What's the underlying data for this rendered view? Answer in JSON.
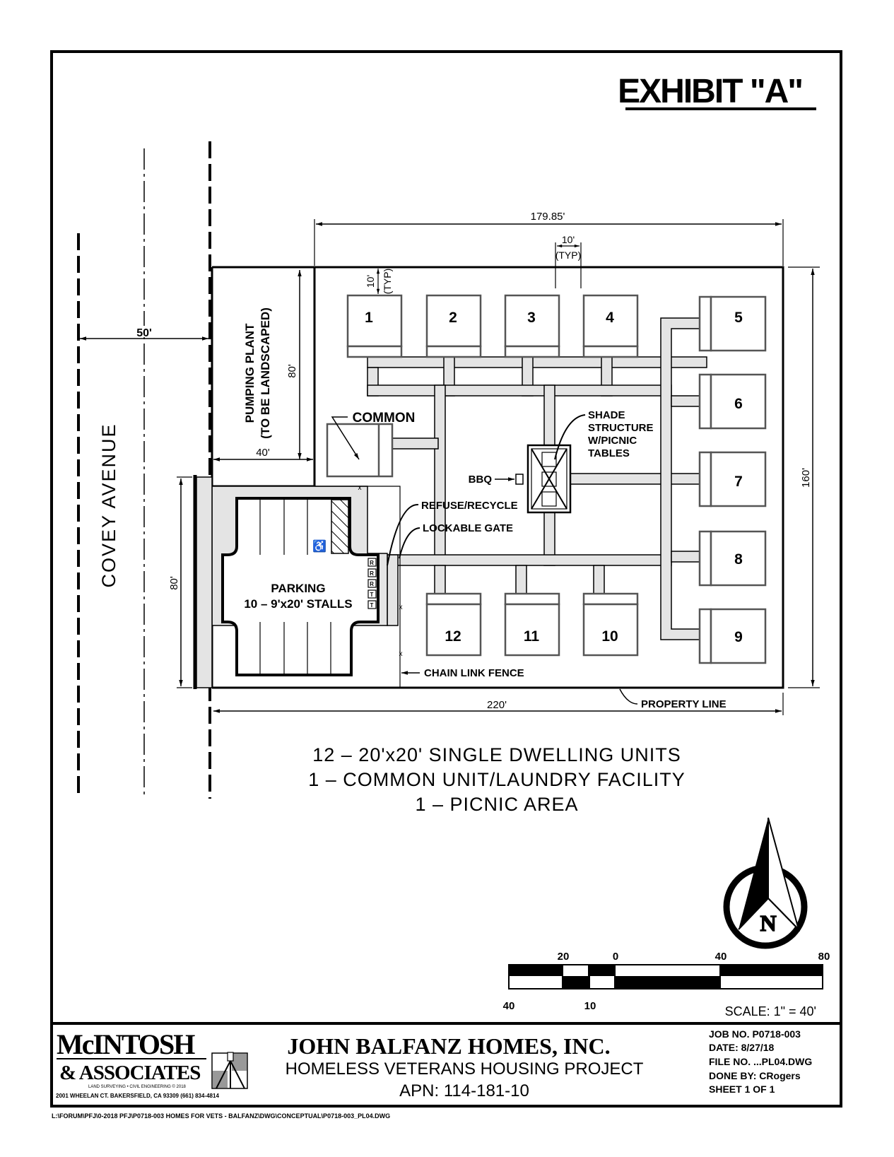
{
  "exhibit_title": "EXHIBIT \"A\"",
  "street": {
    "name": "COVEY AVENUE",
    "width_dim": "50'"
  },
  "dimensions": {
    "top_width": "179.85'",
    "unit_spacing": "10'",
    "unit_spacing_note": "(TYP)",
    "unit_setback": "10'",
    "unit_setback_note": "(TYP)",
    "pumping_height": "80'",
    "pumping_width": "40'",
    "right_height": "160'",
    "bottom_width": "220'",
    "parking_height": "80'"
  },
  "areas": {
    "pumping_plant_line1": "PUMPING PLANT",
    "pumping_plant_line2": "(TO BE LANDSCAPED)",
    "common": "COMMON",
    "parking_line1": "PARKING",
    "parking_line2": "10 – 9'x20' STALLS",
    "accessible_symbol": "♿"
  },
  "units": [
    "1",
    "2",
    "3",
    "4",
    "5",
    "6",
    "7",
    "8",
    "9",
    "10",
    "11",
    "12"
  ],
  "callouts": {
    "bbq": "BBQ",
    "shade_line1": "SHADE",
    "shade_line2": "STRUCTURE",
    "shade_line3": "W/PICNIC",
    "shade_line4": "TABLES",
    "refuse": "REFUSE/RECYCLE",
    "gate": "LOCKABLE GATE",
    "fence": "CHAIN LINK FENCE",
    "property_line": "PROPERTY LINE",
    "bin_labels": [
      "R",
      "R",
      "R",
      "T",
      "T"
    ]
  },
  "summary": [
    "12 – 20'x20' SINGLE DWELLING UNITS",
    "1 – COMMON UNIT/LAUNDRY FACILITY",
    "1 – PICNIC AREA"
  ],
  "north_arrow": {
    "letter": "N"
  },
  "scale_bar": {
    "top_labels": [
      "20",
      "0",
      "40",
      "80"
    ],
    "bottom_labels": [
      "40",
      "10"
    ],
    "scale_text": "SCALE:  1\"  =  40'"
  },
  "title_block": {
    "firm_line1": "McINTOSH",
    "firm_line2": "& ASSOCIATES",
    "firm_tagline": "LAND SURVEYING • CIVIL ENGINEERING   © 2018",
    "firm_address": "2001 WHEELAN CT. BAKERSFIELD, CA 93309 (661) 834-4814",
    "client": "JOHN BALFANZ HOMES, INC.",
    "project": "HOMELESS VETERANS HOUSING PROJECT",
    "apn": "APN: 114-181-10",
    "job_no": "JOB NO. P0718-003",
    "date": "DATE: 8/27/18",
    "file_no": "FILE NO. ...PL04.DWG",
    "done_by": "DONE BY: CRogers",
    "sheet": "SHEET  1  OF  1"
  },
  "file_path": "L:\\FORUM\\PFJ\\0-2018 PFJ\\P0718-003 HOMES FOR VETS - BALFANZ\\DWG\\CONCEPTUAL\\P0718-003_PL04.DWG"
}
